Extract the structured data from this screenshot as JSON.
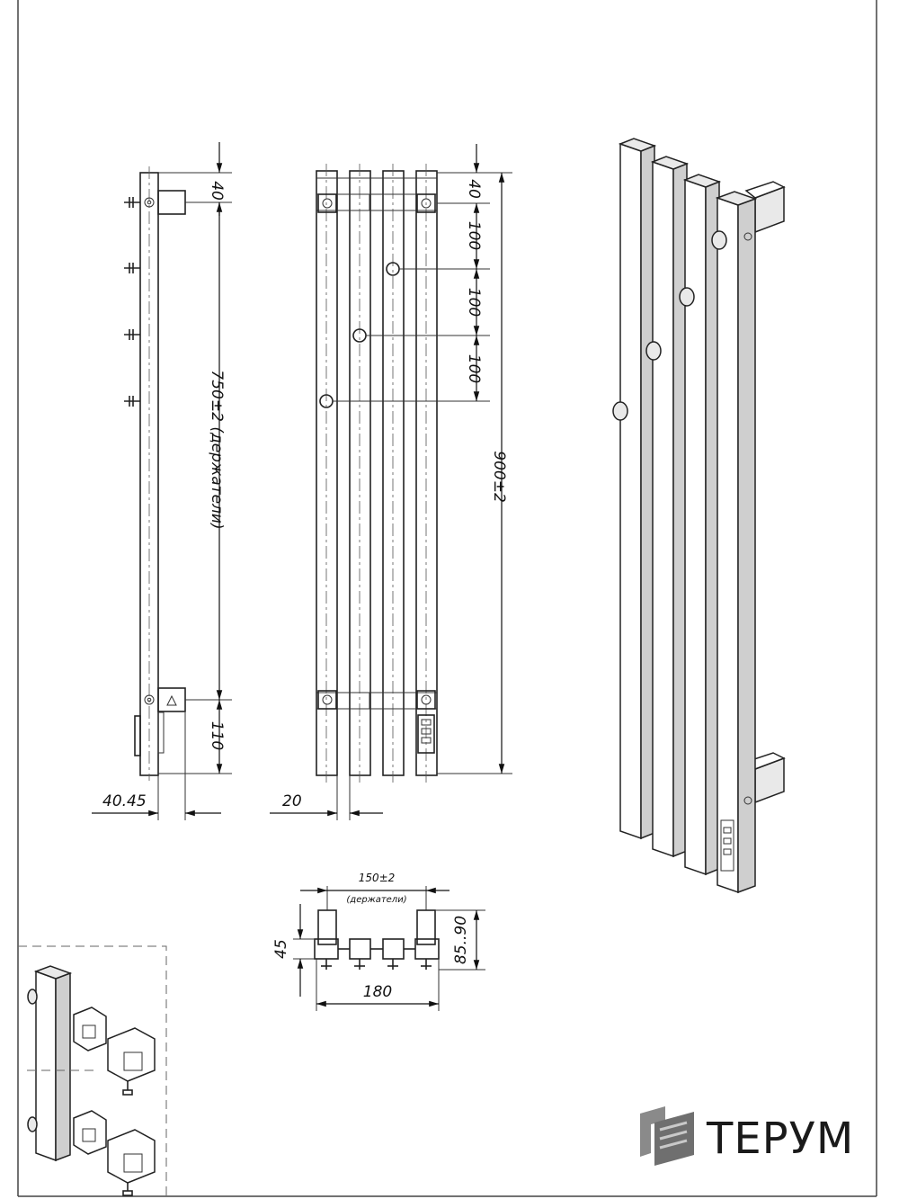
{
  "brand": {
    "name": "ТЕРУМ",
    "logo_icon": "terum-logo-icon"
  },
  "side_view": {
    "dim_top": "40",
    "dim_holders": "750±2 (держатели)",
    "dim_bottom": "110",
    "dim_depth": "40.45"
  },
  "front_view": {
    "dim_top": "40",
    "dim_step_1": "100",
    "dim_step_2": "100",
    "dim_step_3": "100",
    "dim_height": "900±2",
    "dim_tube": "20"
  },
  "top_view": {
    "dim_holders": "150±2",
    "dim_holders_note": "(держатели)",
    "dim_width": "180",
    "dim_depth_small": "45",
    "dim_depth_large": "85..90"
  },
  "detail_view": {
    "label": "mounting-bracket-detail"
  }
}
